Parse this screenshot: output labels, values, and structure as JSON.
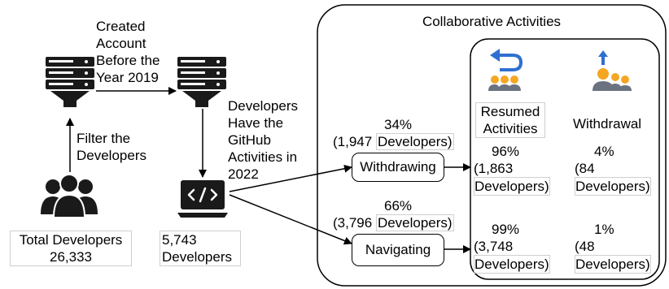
{
  "diagram": {
    "filter_label_1": [
      "Created",
      "Account",
      "Before the",
      "Year 2019"
    ],
    "filter_label_2": [
      "Developers",
      "Have the",
      "GitHub",
      "Activities in",
      "2022"
    ],
    "filter_label_up": [
      "Filter the",
      "Developers"
    ],
    "total": {
      "line1": "Total Developers",
      "line2": "26,333"
    },
    "filtered": {
      "line1": "5,743",
      "line2": "Developers"
    },
    "panel_title": "Collaborative Activities",
    "withdrawing": {
      "label": "Withdrawing",
      "pct": "34%",
      "count_prefix": "(1,947",
      "count_suffix": "Developers)"
    },
    "navigating": {
      "label": "Navigating",
      "pct": "66%",
      "count_prefix": "(3,796",
      "count_suffix": "Developers)"
    },
    "columns": {
      "resumed": [
        "Resumed",
        "Activities"
      ],
      "withdrawal": "Withdrawal"
    },
    "results": {
      "withdrawing_resumed": {
        "pct": "96%",
        "count": "(1,863",
        "unit": "Developers)"
      },
      "withdrawing_withdrawal": {
        "pct": "4%",
        "count": "(84",
        "unit": "Developers)"
      },
      "navigating_resumed": {
        "pct": "99%",
        "count": "(3,748",
        "unit": "Developers)"
      },
      "navigating_withdrawal": {
        "pct": "1%",
        "count": "(48",
        "unit": "Developers)"
      }
    },
    "colors": {
      "server_dark": "#1a1a1a",
      "icon_blue": "#2f6fd1",
      "icon_orange": "#f5a623",
      "icon_gray": "#6b7280"
    }
  }
}
